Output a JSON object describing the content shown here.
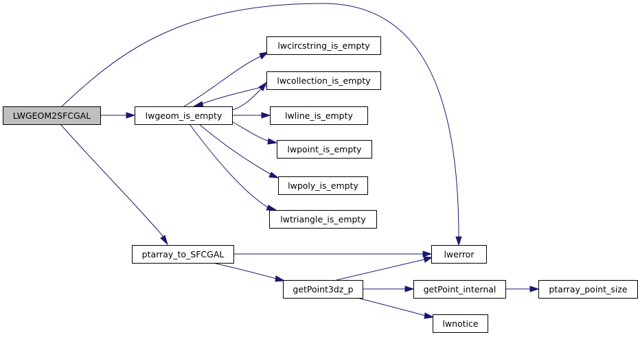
{
  "graph": {
    "title": "Call graph of LWGEOM2SFCGAL",
    "colors": {
      "edge": "#191970",
      "root_fill": "#bfbfbf",
      "node_fill": "#ffffff",
      "node_stroke": "#000000"
    },
    "nodes": [
      {
        "id": "LWGEOM2SFCGAL",
        "label": "LWGEOM2SFCGAL",
        "root": true
      },
      {
        "id": "lwgeom_is_empty",
        "label": "lwgeom_is_empty"
      },
      {
        "id": "lwcircstring_is_empty",
        "label": "lwcircstring_is_empty"
      },
      {
        "id": "lwcollection_is_empty",
        "label": "lwcollection_is_empty"
      },
      {
        "id": "lwline_is_empty",
        "label": "lwline_is_empty"
      },
      {
        "id": "lwpoint_is_empty",
        "label": "lwpoint_is_empty"
      },
      {
        "id": "lwpoly_is_empty",
        "label": "lwpoly_is_empty"
      },
      {
        "id": "lwtriangle_is_empty",
        "label": "lwtriangle_is_empty"
      },
      {
        "id": "ptarray_to_SFCGAL",
        "label": "ptarray_to_SFCGAL"
      },
      {
        "id": "lwerror",
        "label": "lwerror"
      },
      {
        "id": "getPoint3dz_p",
        "label": "getPoint3dz_p"
      },
      {
        "id": "getPoint_internal",
        "label": "getPoint_internal"
      },
      {
        "id": "ptarray_point_size",
        "label": "ptarray_point_size"
      },
      {
        "id": "lwnotice",
        "label": "lwnotice"
      }
    ],
    "edges": [
      {
        "from": "LWGEOM2SFCGAL",
        "to": "lwgeom_is_empty"
      },
      {
        "from": "LWGEOM2SFCGAL",
        "to": "lwerror"
      },
      {
        "from": "LWGEOM2SFCGAL",
        "to": "ptarray_to_SFCGAL"
      },
      {
        "from": "lwgeom_is_empty",
        "to": "lwcircstring_is_empty"
      },
      {
        "from": "lwgeom_is_empty",
        "to": "lwcollection_is_empty"
      },
      {
        "from": "lwcollection_is_empty",
        "to": "lwgeom_is_empty"
      },
      {
        "from": "lwgeom_is_empty",
        "to": "lwline_is_empty"
      },
      {
        "from": "lwgeom_is_empty",
        "to": "lwpoint_is_empty"
      },
      {
        "from": "lwgeom_is_empty",
        "to": "lwpoly_is_empty"
      },
      {
        "from": "lwgeom_is_empty",
        "to": "lwtriangle_is_empty"
      },
      {
        "from": "ptarray_to_SFCGAL",
        "to": "lwerror"
      },
      {
        "from": "ptarray_to_SFCGAL",
        "to": "getPoint3dz_p"
      },
      {
        "from": "getPoint3dz_p",
        "to": "lwerror"
      },
      {
        "from": "getPoint3dz_p",
        "to": "getPoint_internal"
      },
      {
        "from": "getPoint3dz_p",
        "to": "lwnotice"
      },
      {
        "from": "getPoint_internal",
        "to": "ptarray_point_size"
      }
    ]
  }
}
